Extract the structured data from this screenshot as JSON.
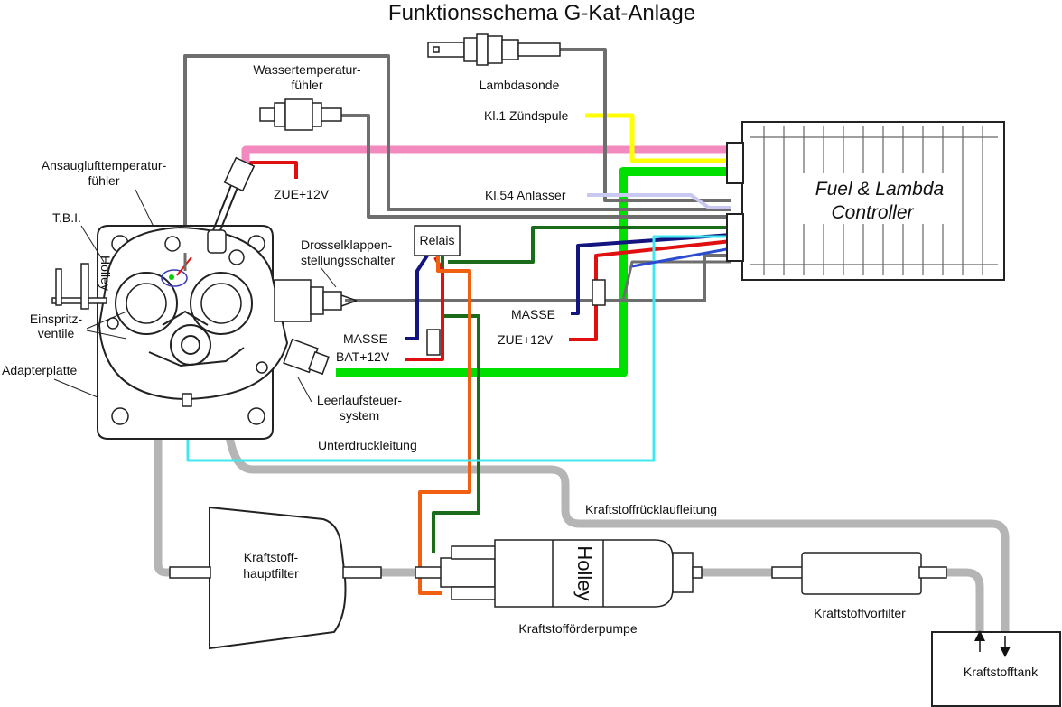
{
  "title": "Funktionsschema G-Kat-Anlage",
  "controller": {
    "line1": "Fuel & Lambda",
    "line2": "Controller"
  },
  "labels": {
    "lambda": "Lambdasonde",
    "wassertemp1": "Wassertemperatur-",
    "wassertemp2": "fühler",
    "zuendspule": "Kl.1 Zündspule",
    "anlasser": "Kl.54 Anlasser",
    "ansaug1": "Ansauglufttemperatur-",
    "ansaug2": "fühler",
    "zue_top": "ZUE+12V",
    "tbi": "T.B.I.",
    "holley_tbi": "Holley",
    "drossel1": "Drosselklappen-",
    "drossel2": "stellungsschalter",
    "relais": "Relais",
    "masse1": "MASSE",
    "bat": "BAT+12V",
    "masse2": "MASSE",
    "zue2": "ZUE+12V",
    "einspritz1": "Einspritz-",
    "einspritz2": "ventile",
    "adapter": "Adapterplatte",
    "leerlauf1": "Leerlaufsteuer-",
    "leerlauf2": "system",
    "unterdruck": "Unterdruckleitung",
    "ruecklauf": "Kraftstoffrücklaufleitung",
    "hauptfilter1": "Kraftstoff-",
    "hauptfilter2": "hauptfilter",
    "pumpe": "Kraftstofförderpumpe",
    "holley_pumpe": "Holley",
    "vorfilter": "Kraftstoffvorfilter",
    "tank": "Kraftstofftank"
  },
  "colors": {
    "wire_gray": "#6e6e6e",
    "fuel_line": "#b5b5b5",
    "pink": "#f28ac0",
    "yellow": "#ffff00",
    "green": "#00e000",
    "dark_green": "#1a6b1a",
    "navy": "#141480",
    "red": "#e01010",
    "cyan": "#40e8f0",
    "lavender": "#c8c8f0",
    "orange": "#f06010"
  }
}
